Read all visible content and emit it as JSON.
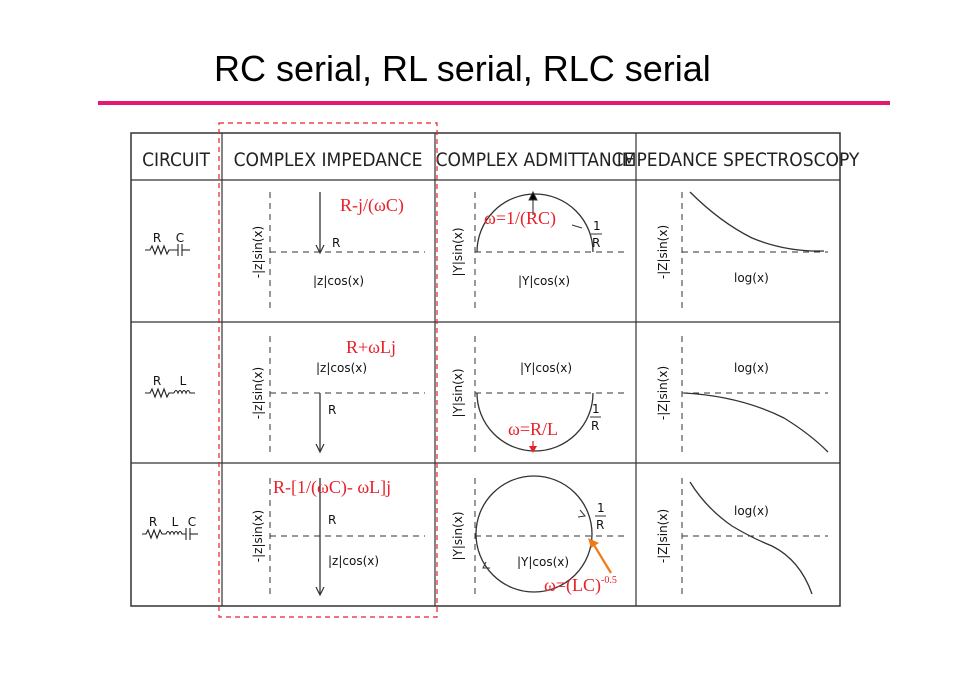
{
  "slide": {
    "title": "RC serial, RL serial, RLC serial"
  },
  "table": {
    "headers": [
      "CIRCUIT",
      "COMPLEX IMPEDANCE",
      "COMPLEX ADMITTANCE",
      "IMPEDANCE SPECTROSCOPY"
    ],
    "circuit_labels": {
      "rc": [
        "R",
        "C"
      ],
      "rl": [
        "R",
        "L"
      ],
      "rlc": [
        "R",
        "L",
        "C"
      ]
    },
    "axis_labels": {
      "neg_z_sin": "-|z|sin(x)",
      "z_cos": "|z|cos(x)",
      "y_sin": "|Y|sin(x)",
      "y_cos": "|Y|cos(x)",
      "neg_Z_sin": "-|Z|sin(x)",
      "log_x": "log(x)",
      "r": "R",
      "one": "1",
      "r_den": "R"
    }
  },
  "annotations": {
    "rc_impedance": "R-j/(ωC)",
    "rc_admittance": "ω=1/(RC)",
    "rl_impedance": "R+ωLj",
    "rl_admittance": "ω=R/L",
    "rlc_impedance": "R-[1/(ωC)- ωL]j",
    "rlc_admittance_base": "ω=(LC)",
    "rlc_admittance_exp": "-0.5"
  },
  "colors": {
    "accent_rule": "#e8176f",
    "annotation": "#e8202a",
    "highlight_box": "#e8202a"
  }
}
